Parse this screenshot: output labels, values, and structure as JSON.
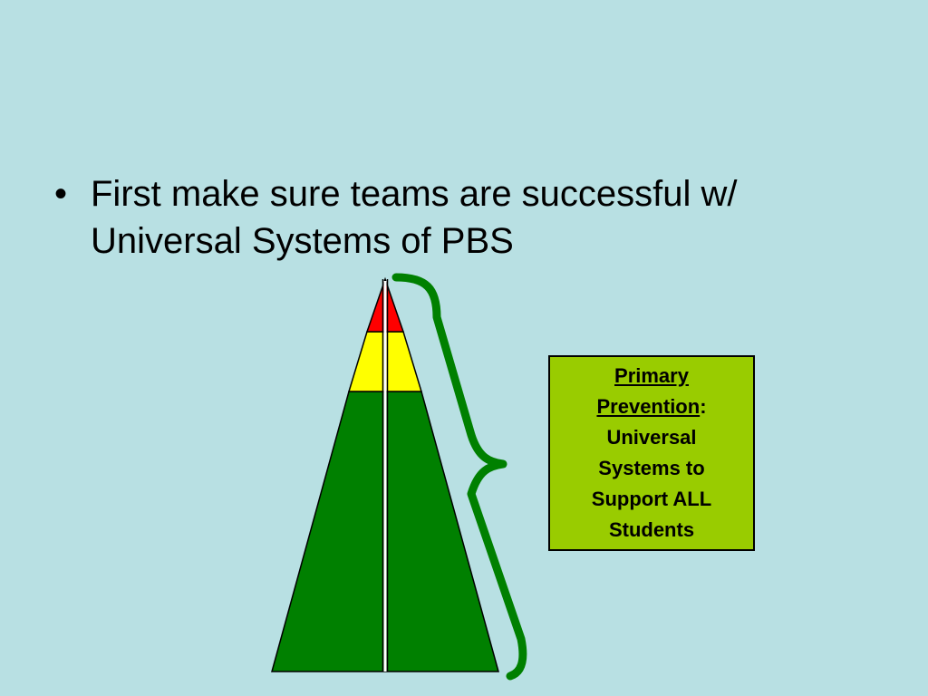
{
  "colors": {
    "background": "#b8e0e3",
    "pyramid_top": "#ff0000",
    "pyramid_middle": "#ffff00",
    "pyramid_base": "#008000",
    "brace": "#008000",
    "box_fill": "#99cc00"
  },
  "bullet": {
    "marker": "•",
    "line1": "First make sure teams are successful w/",
    "line2": "Universal Systems of PBS"
  },
  "box": {
    "line1": "Primary",
    "line2_underlined": "Prevention",
    "line2_suffix": ":",
    "line3": "Universal",
    "line4": "Systems to",
    "line5": "Support ALL",
    "line6": "Students"
  }
}
